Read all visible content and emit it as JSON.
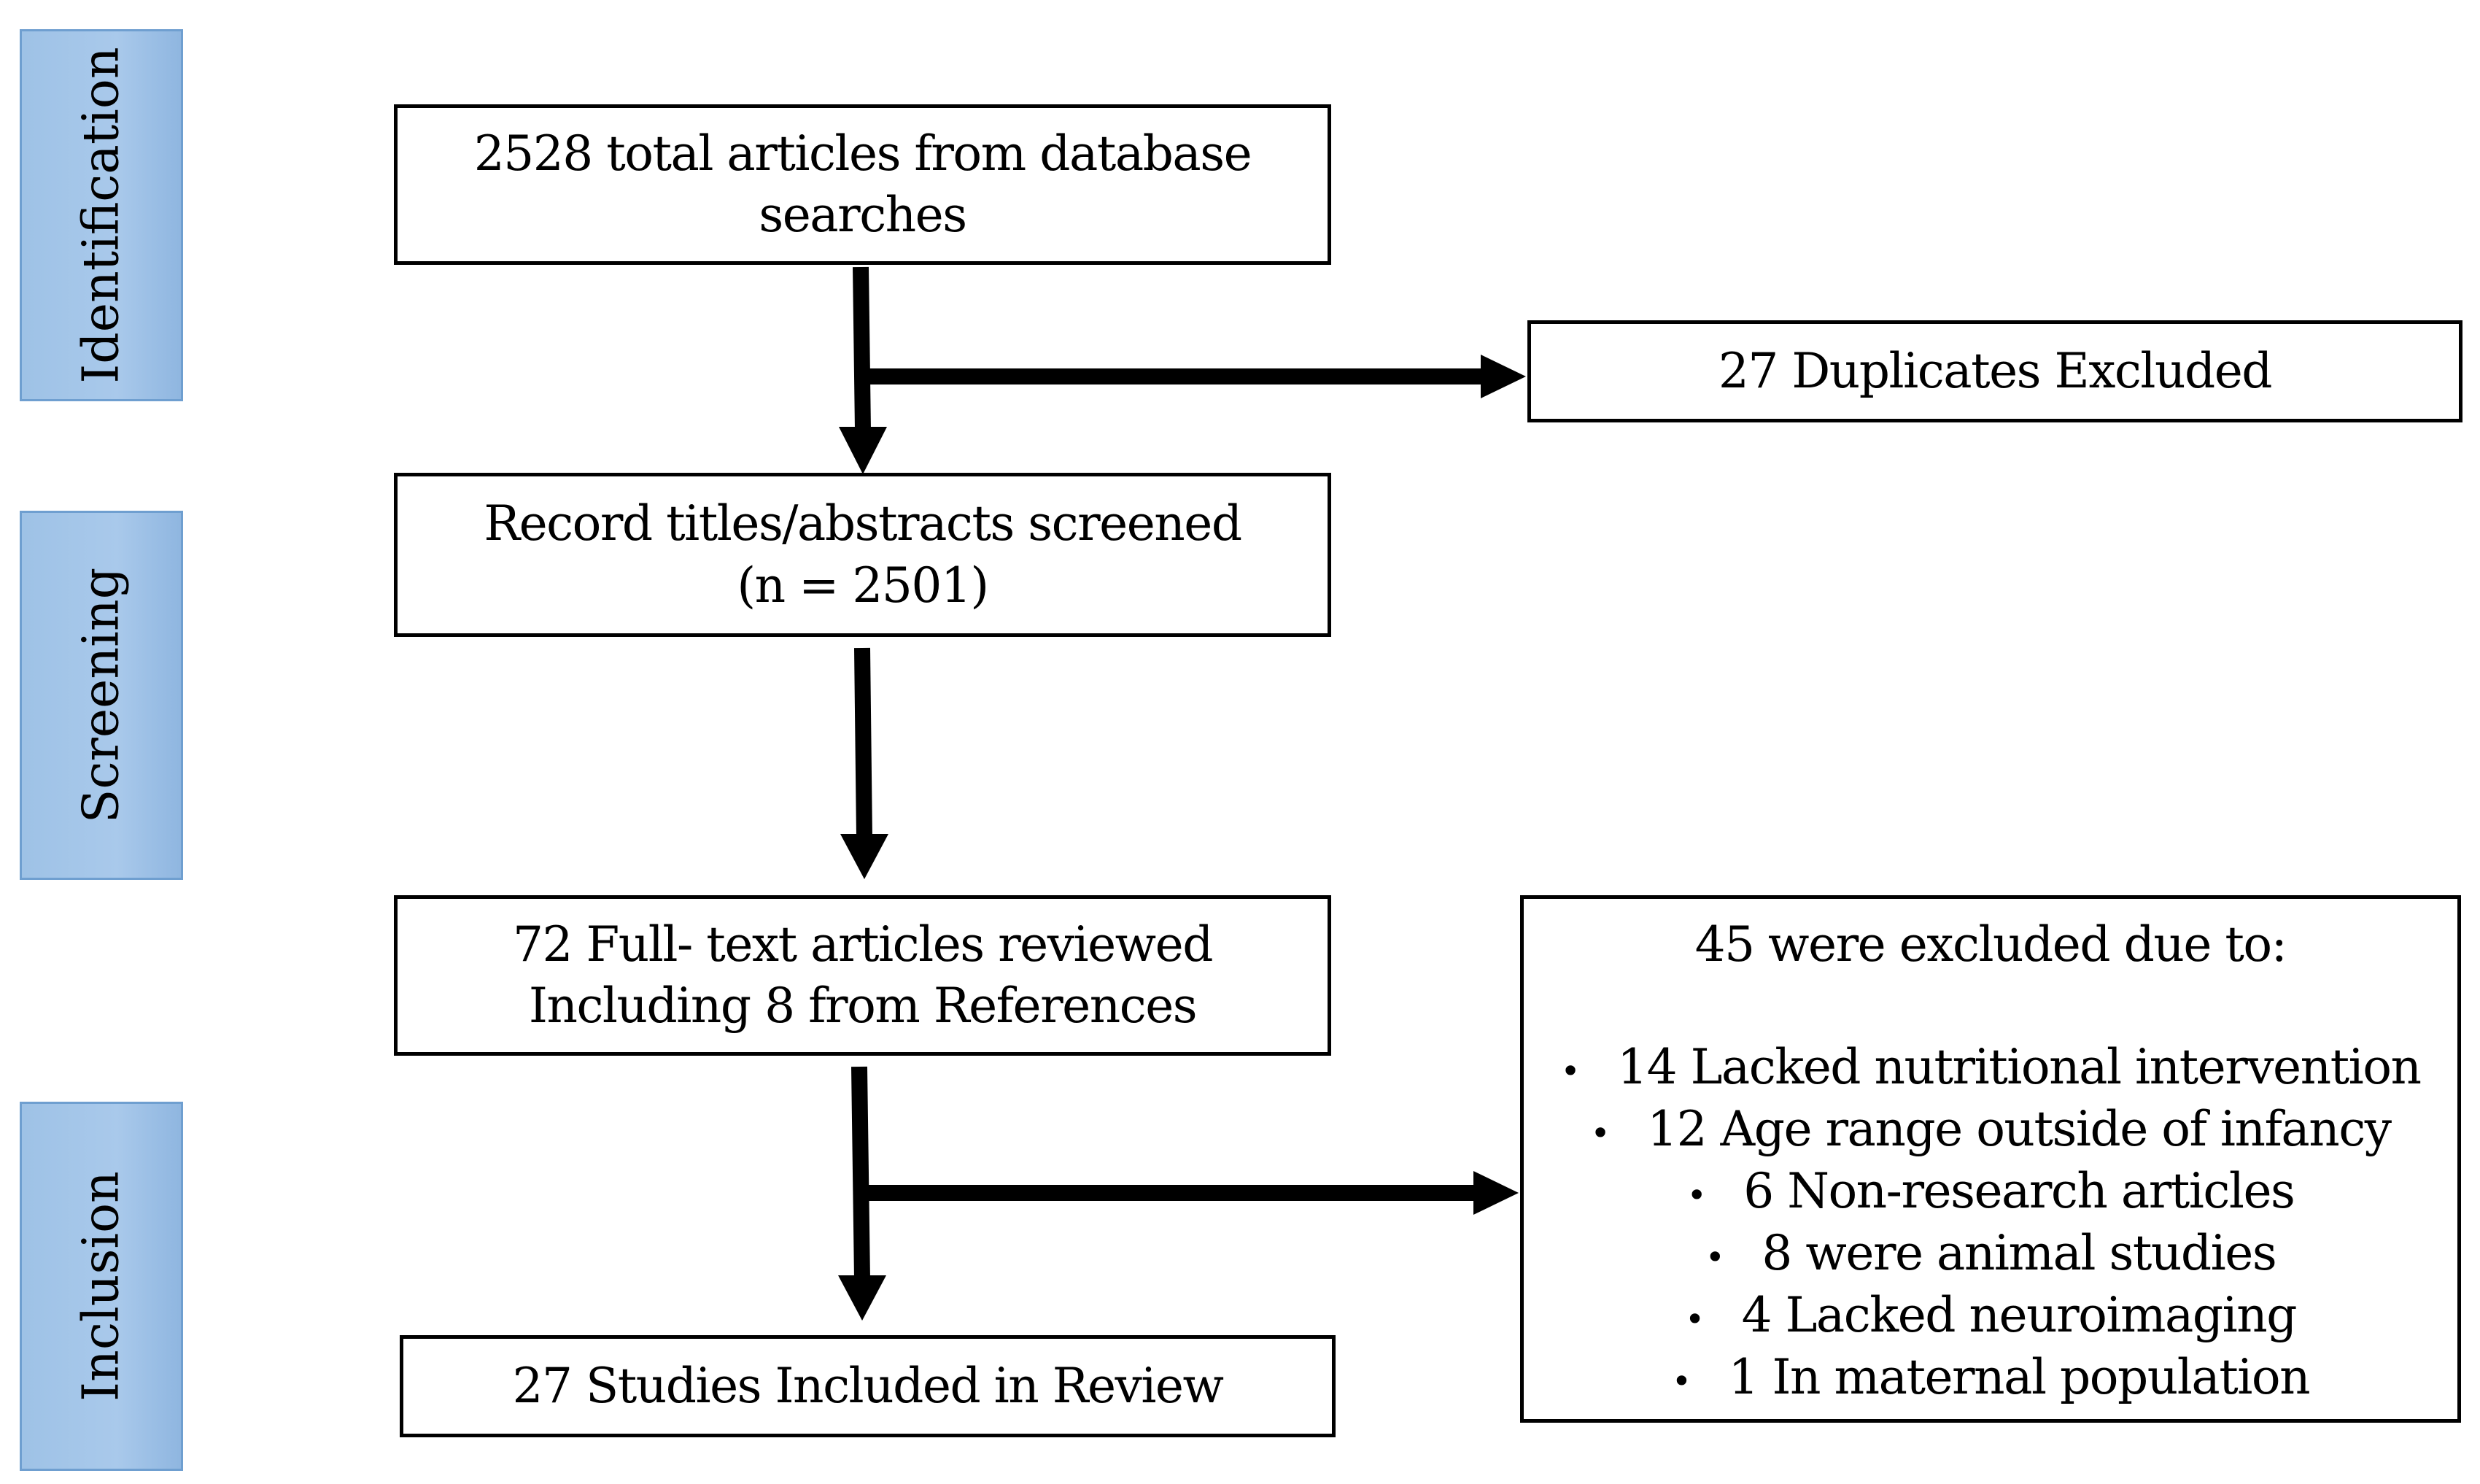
{
  "phases": [
    {
      "label": "Identification"
    },
    {
      "label": "Screening"
    },
    {
      "label": "Inclusion"
    }
  ],
  "flow": {
    "identified": {
      "line1": "2528 total articles from database",
      "line2": "searches"
    },
    "duplicates": {
      "text": "27 Duplicates Excluded"
    },
    "screened": {
      "line1": "Record titles/abstracts screened",
      "line2": "(n = 2501)"
    },
    "fulltext": {
      "line1": "72 Full- text articles reviewed",
      "line2": "Including 8 from References"
    },
    "included": {
      "text": "27 Studies Included in Review"
    }
  },
  "exclusions": {
    "heading": "45 were excluded due to:",
    "reasons": [
      "14 Lacked nutritional intervention",
      "12 Age range outside of infancy",
      "6 Non-research articles",
      "8 were animal studies",
      "4 Lacked neuroimaging",
      "1 In maternal population"
    ]
  },
  "colors": {
    "phase_fill": "#a9c9eb",
    "phase_border": "#6f9fd0",
    "box_border": "#000000",
    "arrow": "#000000"
  }
}
